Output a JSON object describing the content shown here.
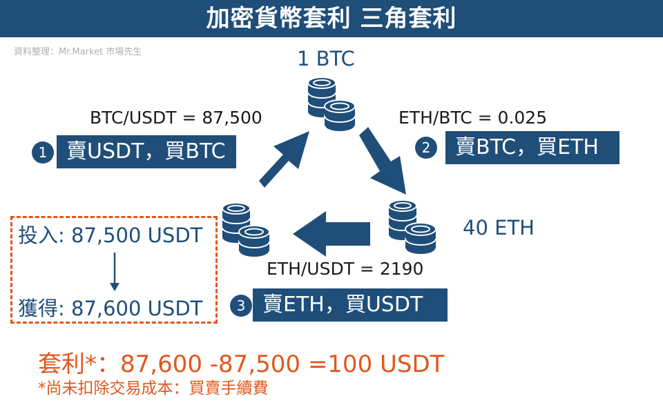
{
  "title": "加密貨幣套利 三角套利",
  "source": "資料整理：Mr.Market 市場先生",
  "nodes": {
    "btc": "1 BTC",
    "eth": "40 ETH"
  },
  "rates": {
    "btc_usdt": "BTC/USDT = 87,500",
    "eth_btc": "ETH/BTC = 0.025",
    "eth_usdt": "ETH/USDT = 2190"
  },
  "steps": [
    {
      "number": "1",
      "label": "賣USDT，買BTC"
    },
    {
      "number": "2",
      "label": "賣BTC，買ETH"
    },
    {
      "number": "3",
      "label": "賣ETH，買USDT"
    }
  ],
  "summary": {
    "input": "投入: 87,500 USDT",
    "output": "獲得: 87,600 USDT"
  },
  "result": "套利*：87,600 -87,500 =100 USDT",
  "note": "*尚未扣除交易成本：買賣手續費",
  "colors": {
    "primary": "#1f4e79",
    "accent": "#e2561b"
  }
}
